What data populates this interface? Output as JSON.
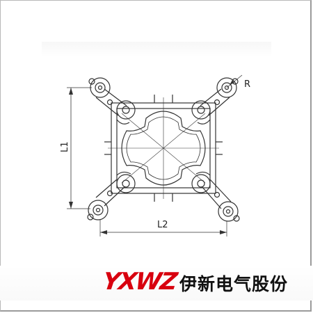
{
  "drawing": {
    "label_radius": "R",
    "label_l1": "L1",
    "label_l2": "L2"
  },
  "logo": {
    "mark": "YXWZ",
    "company_name": "伊新电气股份",
    "mark_color": "#d8000f"
  }
}
